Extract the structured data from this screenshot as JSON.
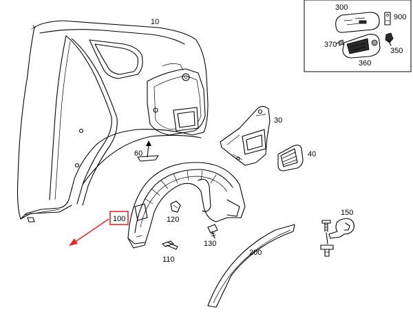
{
  "labels": {
    "p10": "10",
    "p30": "30",
    "p40": "40",
    "p60": "60",
    "p100": "100",
    "p110": "110",
    "p120": "120",
    "p130": "130",
    "p150": "150",
    "p200": "200",
    "p300": "300",
    "p350": "350",
    "p360": "360",
    "p370": "370",
    "p900": "900"
  },
  "colors": {
    "line": "#000000",
    "highlight": "#e8262a",
    "background": "#ffffff"
  },
  "highlighted_part": "100"
}
